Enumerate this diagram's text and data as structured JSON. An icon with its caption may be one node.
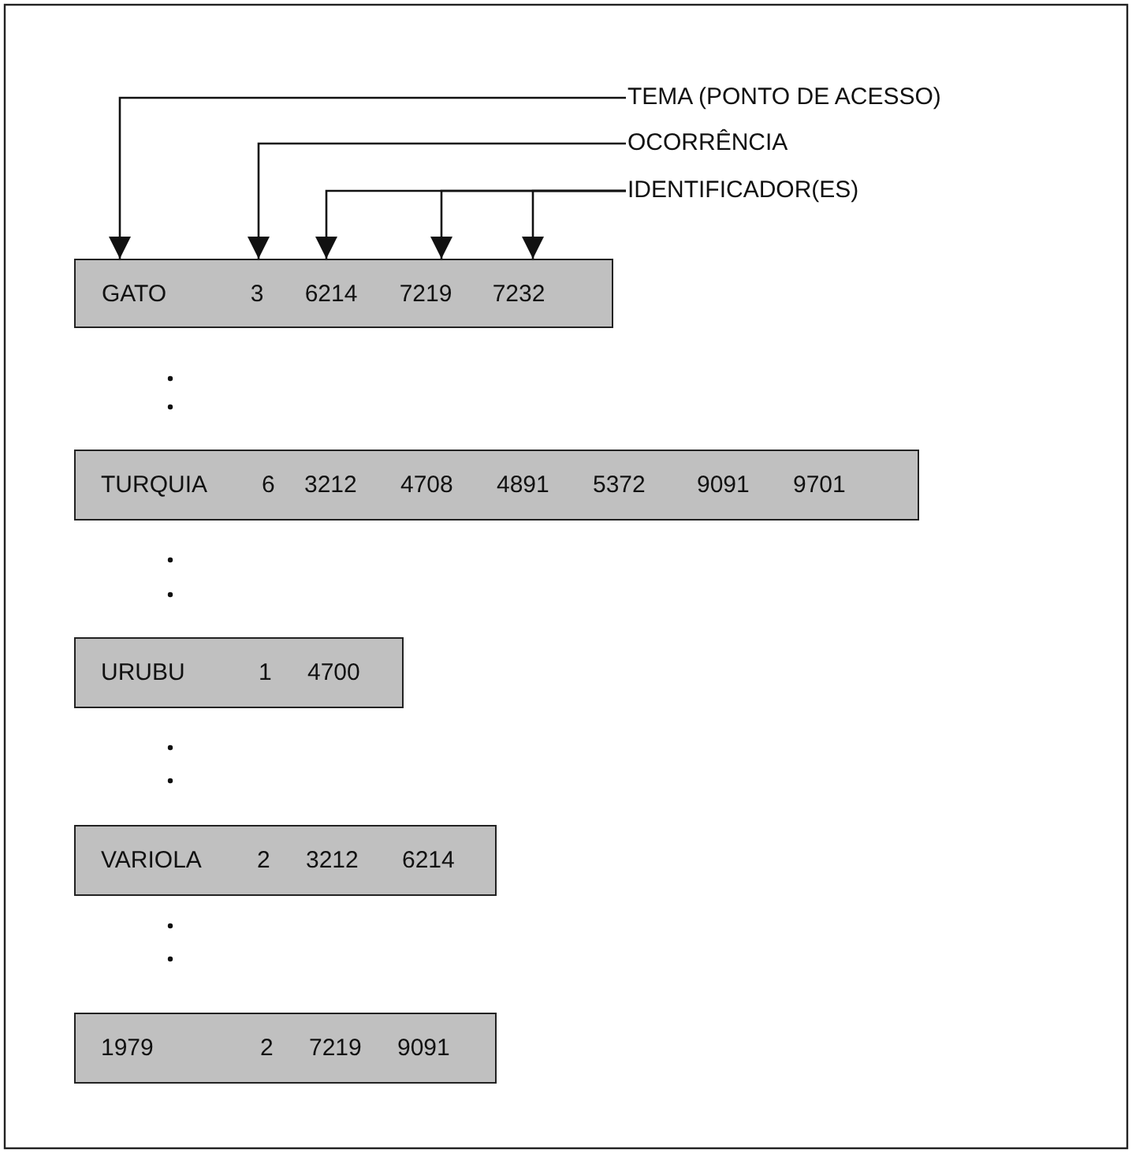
{
  "diagram": {
    "nodes": [
      {
        "text": [
          "TEMA (PONTO DE ACESSO)"
        ]
      },
      {
        "text": [
          "OCORRÊNCIA"
        ]
      },
      {
        "text": [
          "IDENTIFICADOR(ES)"
        ]
      },
      {
        "text": [],
        "shape": "box"
      },
      {
        "text": [
          "GATO"
        ],
        "in": 3
      },
      {
        "text": [
          "3"
        ],
        "in": 3
      },
      {
        "text": [
          "6214"
        ],
        "in": 3
      },
      {
        "text": [
          "7219"
        ],
        "in": 3
      },
      {
        "text": [
          "7232"
        ],
        "in": 3
      },
      {
        "text": [
          "TURQUIA",
          "6",
          "3212",
          "4708",
          "4891",
          "5372",
          "9091",
          "9701"
        ]
      },
      {
        "text": [
          "URUBU",
          "1",
          "4700"
        ]
      },
      {
        "text": [
          "VARIOLA",
          "2",
          "3212",
          "6214"
        ]
      },
      {
        "text": [
          "1979",
          "2",
          "7219",
          "9091"
        ]
      }
    ],
    "edges": [
      {
        "from": 0,
        "to": 4,
        "arrow": "to"
      },
      {
        "from": 1,
        "to": 5,
        "arrow": "to"
      },
      {
        "from": 2,
        "to": 6,
        "arrow": "to"
      },
      {
        "from": 2,
        "to": 7,
        "arrow": "to"
      },
      {
        "from": 2,
        "to": 8,
        "arrow": "to"
      }
    ]
  }
}
